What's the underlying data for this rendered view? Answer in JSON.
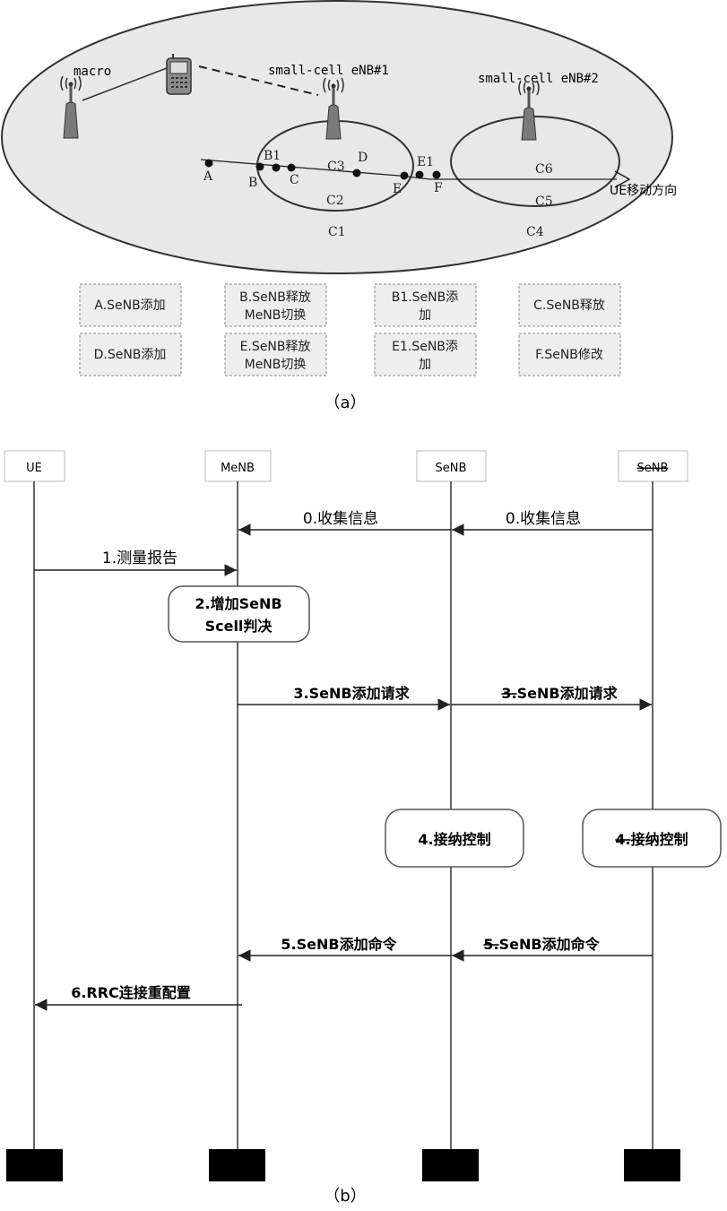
{
  "part_a": {
    "labels": {
      "macro": "macro",
      "small_cell_1": "small-cell eNB#1",
      "small_cell_2": "small-cell eNB#2",
      "direction": "UE移动方向"
    },
    "points": {
      "A": "A",
      "B1": "B1",
      "B": "B",
      "C": "C",
      "C3": "C3",
      "D": "D",
      "E1": "E1",
      "E": "E",
      "F": "F",
      "C2": "C2",
      "C1": "C1",
      "C6": "C6",
      "C5": "C5",
      "C4": "C4"
    },
    "legend": [
      [
        "A.SeNB添加"
      ],
      [
        "B.SeNB释放",
        "MeNB切换"
      ],
      [
        "B1.SeNB添",
        "加"
      ],
      [
        "C.SeNB释放"
      ],
      [
        "D.SeNB添加"
      ],
      [
        "E.SeNB释放",
        "MeNB切换"
      ],
      [
        "E1.SeNB添",
        "加"
      ],
      [
        "F.SeNB修改"
      ]
    ],
    "caption": "（a）"
  },
  "part_b": {
    "entities": [
      "UE",
      "MeNB",
      "SeNB",
      "SeNB"
    ],
    "steps": {
      "s0a": "0.收集信息",
      "s0b": "0.收集信息",
      "s1": "1.测量报告",
      "s2": [
        "2.增加SeNB",
        "Scell判决"
      ],
      "s3a": "3.SeNB添加请求",
      "s3b_num": "3.",
      "s3b_txt": "SeNB添加请求",
      "s4a": "4.接纳控制",
      "s4b_num": "4.",
      "s4b_txt": "接纳控制",
      "s5a": "5.SeNB添加命令",
      "s5b_num": "5.",
      "s5b_txt": "SeNB添加命令",
      "s6": "6.RRC连接重配置"
    },
    "caption": "（b）"
  }
}
